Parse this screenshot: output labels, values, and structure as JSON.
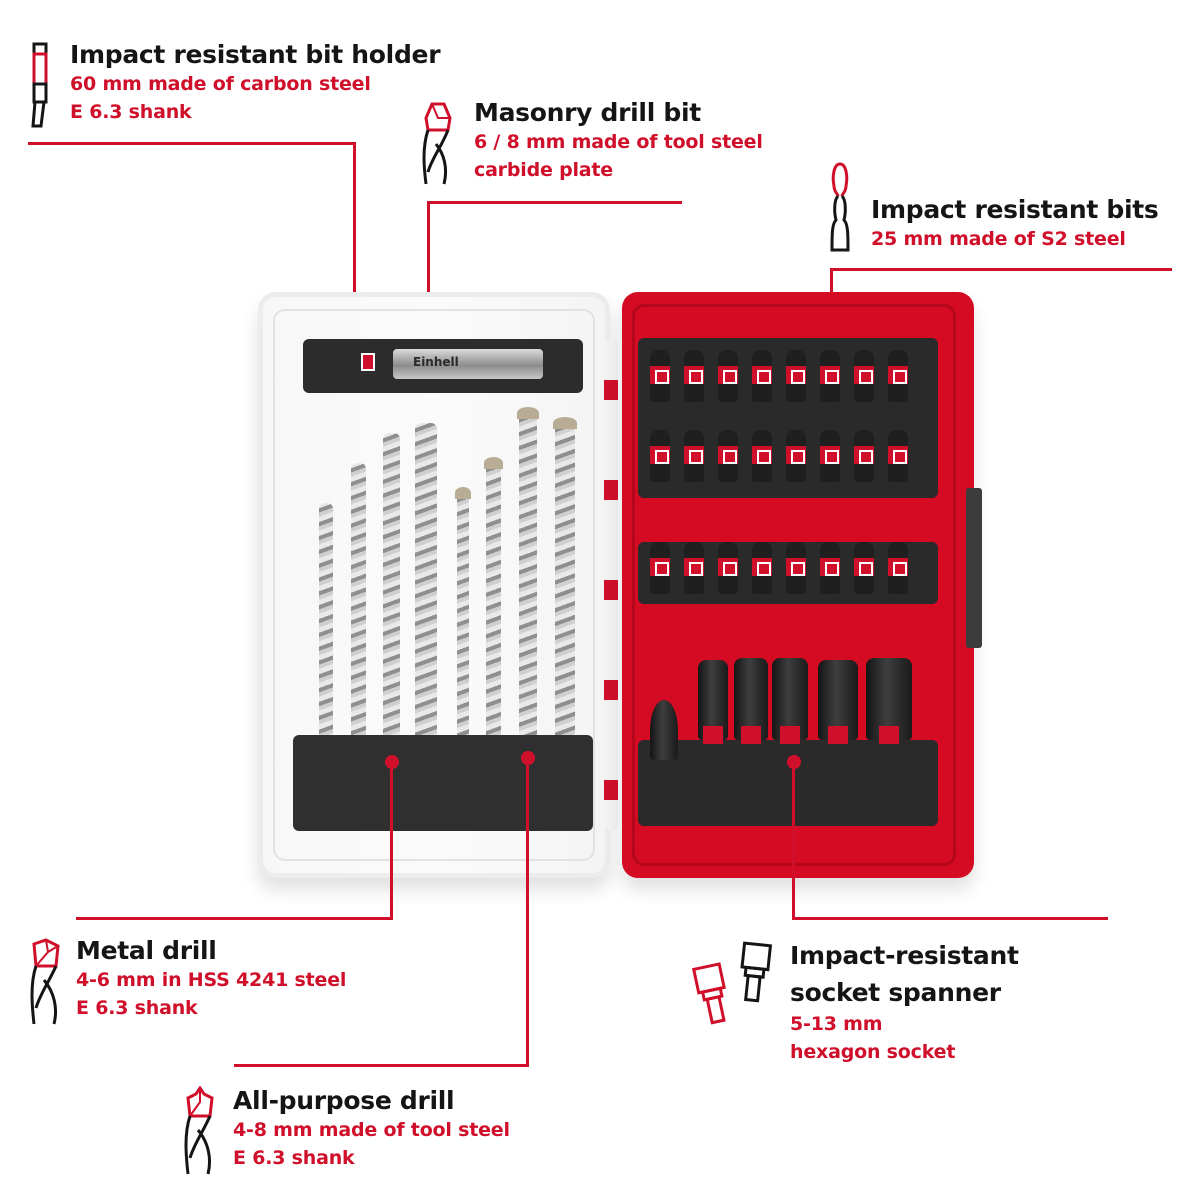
{
  "colors": {
    "accent_red": "#d0102b",
    "text_dark": "#151515",
    "case_red": "#d40b22",
    "tray_dark": "#2a2a2a"
  },
  "brand": {
    "logo_text": "Einhell"
  },
  "callouts": [
    {
      "id": "bit-holder",
      "icon": "bit-holder-icon",
      "title": "Impact resistant bit holder",
      "lines": [
        "60 mm made of carbon steel",
        "E 6.3 shank"
      ]
    },
    {
      "id": "masonry-drill",
      "icon": "masonry-drill-icon",
      "title": "Masonry drill bit",
      "lines": [
        "6 / 8 mm made of tool steel",
        "carbide plate"
      ]
    },
    {
      "id": "impact-bits",
      "icon": "screwdriver-bit-icon",
      "title": "Impact resistant bits",
      "lines": [
        "25 mm made of S2 steel"
      ]
    },
    {
      "id": "metal-drill",
      "icon": "metal-drill-icon",
      "title": "Metal drill",
      "lines": [
        "4-6 mm in HSS 4241 steel",
        "E 6.3 shank"
      ]
    },
    {
      "id": "socket-spanner",
      "icon": "socket-spanner-icon",
      "title_lines": [
        "Impact-resistant",
        "socket spanner"
      ],
      "lines": [
        "5-13 mm",
        "hexagon socket"
      ]
    },
    {
      "id": "all-purpose-drill",
      "icon": "all-purpose-drill-icon",
      "title": "All-purpose drill",
      "lines": [
        "4-8 mm made of tool steel",
        "E 6.3 shank"
      ]
    }
  ]
}
